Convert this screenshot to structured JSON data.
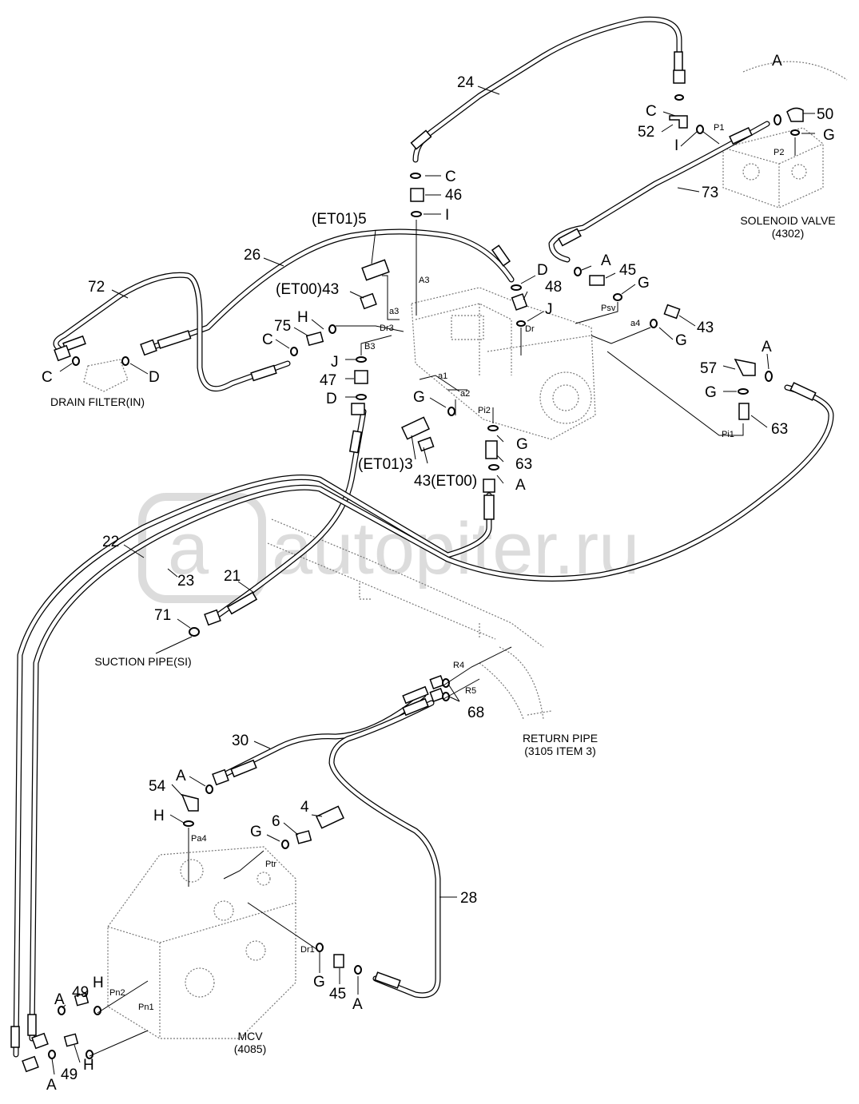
{
  "watermark": "autopiter.ru",
  "components": {
    "solenoid_valve": [
      "SOLENOID VALVE",
      "(4302)"
    ],
    "drain_filter": "DRAIN FILTER(IN)",
    "suction_pipe": "SUCTION PIPE(SI)",
    "return_pipe": [
      "RETURN PIPE",
      "(3105 ITEM 3)"
    ],
    "mcv": [
      "MCV",
      "(4085)"
    ]
  },
  "callouts": {
    "n24": "24",
    "n50": "50",
    "n52": "52",
    "n73": "73",
    "n46": "46",
    "et01_5": "(ET01)5",
    "n26": "26",
    "n72": "72",
    "et00_43": "(ET00)43",
    "n48": "48",
    "n45a": "45",
    "n75": "75",
    "n43": "43",
    "n47": "47",
    "n57": "57",
    "n63a": "63",
    "et01_3": "(ET01)3",
    "n43_et00": "43(ET00)",
    "n63b": "63",
    "n22": "22",
    "n23": "23",
    "n21": "21",
    "n71": "71",
    "n68": "68",
    "n30": "30",
    "n54": "54",
    "n6": "6",
    "n4": "4",
    "n28": "28",
    "n49a": "49",
    "n49b": "49",
    "n45b": "45"
  },
  "letters": {
    "A_sv": "A",
    "C_52": "C",
    "I_52": "I",
    "G_sv": "G",
    "C_46": "C",
    "I_46": "I",
    "D_48": "D",
    "A_45": "A",
    "G_psv": "G",
    "J_dr": "J",
    "H_75": "H",
    "C_75": "C",
    "G_43": "G",
    "A_57": "A",
    "C_df": "C",
    "D_df": "D",
    "J_47": "J",
    "D_47": "D",
    "G_63": "G",
    "G_a2": "G",
    "A_63": "A",
    "A_54": "A",
    "H_54": "H",
    "G_6": "G",
    "G_dr1": "G",
    "A_45b": "A",
    "A_49a": "A",
    "H_49a": "H",
    "A_49b": "A",
    "H_49b": "H"
  },
  "ports": {
    "P1": "P1",
    "P2": "P2",
    "A3": "A3",
    "a3": "a3",
    "Dr3": "Dr3",
    "B3": "B3",
    "Dr": "Dr",
    "Psv": "Psv",
    "a4": "a4",
    "a1": "a1",
    "a2": "a2",
    "Pi2": "Pi2",
    "Pi1": "Pi1",
    "R4": "R4",
    "R5": "R5",
    "Pa4": "Pa4",
    "Ptr": "Ptr",
    "Dr1": "Dr1",
    "Pn2": "Pn2",
    "Pn1": "Pn1"
  }
}
